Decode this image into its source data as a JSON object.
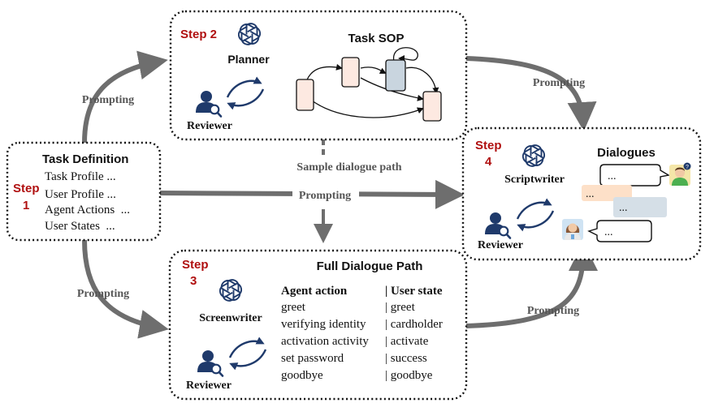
{
  "colors": {
    "step_red": "#b01010",
    "arrow_gray": "#6e6e6e",
    "navy": "#1f3a6b",
    "sop_pink": "#fde9e1",
    "sop_blue": "#c9d5df",
    "bubble_orange": "#fde0c8",
    "bubble_blue": "#d5dfe7"
  },
  "step1": {
    "step_word": "Step",
    "step_num": "1",
    "title": "Task Definition",
    "lines": [
      "Task Profile ...",
      "User Profile ...",
      "Agent Actions  ...",
      "User States  ..."
    ]
  },
  "step2": {
    "step_label": "Step 2",
    "planner_label": "Planner",
    "reviewer_label": "Reviewer",
    "sop_title": "Task SOP"
  },
  "step3": {
    "step_word": "Step",
    "step_num": "3",
    "writer_label": "Screenwriter",
    "reviewer_label": "Reviewer",
    "path_title": "Full Dialogue Path",
    "col_agent": "Agent action",
    "col_user": "| User state",
    "rows": [
      {
        "agent": "greet",
        "user": "| greet"
      },
      {
        "agent": "verifying identity",
        "user": "| cardholder"
      },
      {
        "agent": "activation activity",
        "user": "| activate"
      },
      {
        "agent": "set password",
        "user": "| success"
      },
      {
        "agent": "goodbye",
        "user": "| goodbye"
      }
    ]
  },
  "step4": {
    "step_word": "Step",
    "step_num": "4",
    "writer_label": "Scriptwriter",
    "reviewer_label": "Reviewer",
    "dialogues_title": "Dialogues",
    "bubble_text": "..."
  },
  "edges": {
    "prompting_label": "Prompting",
    "sample_label": "Sample dialogue path"
  }
}
